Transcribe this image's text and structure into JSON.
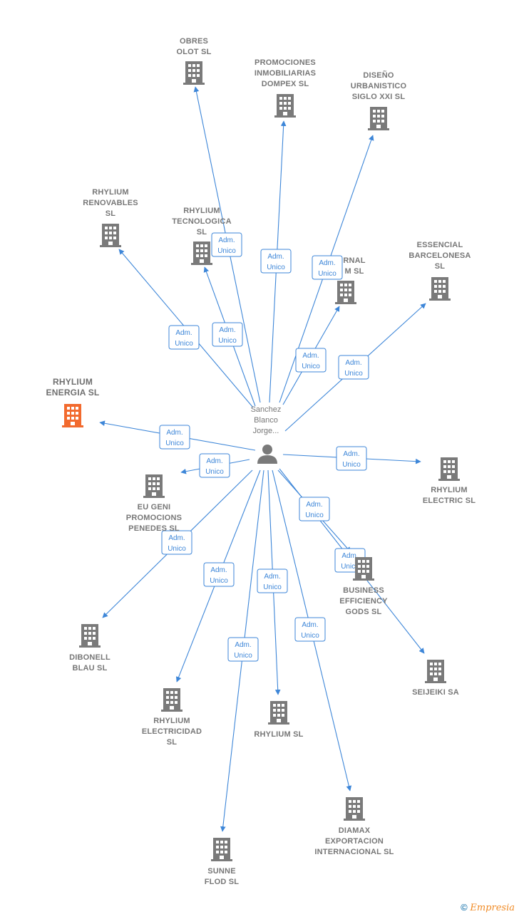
{
  "center": {
    "label": "Sanchez Blanco Jorge..."
  },
  "edge_label": [
    "Adm.",
    "Unico"
  ],
  "companies": [
    {
      "id": "obres",
      "lines": [
        "OBRES",
        "OLOT SL"
      ],
      "highlight": false
    },
    {
      "id": "dompex",
      "lines": [
        "PROMOCIONES",
        "INMOBILIARIAS",
        "DOMPEX SL"
      ],
      "highlight": false
    },
    {
      "id": "diseno",
      "lines": [
        "DISEÑO",
        "URBANISTICO",
        "SIGLO XXI SL"
      ],
      "highlight": false
    },
    {
      "id": "renovables",
      "lines": [
        "RHYLIUM",
        "RENOVABLES",
        "SL"
      ],
      "highlight": false
    },
    {
      "id": "tecnologica",
      "lines": [
        "RHYLIUM",
        "TECNOLOGICA",
        "SL"
      ],
      "highlight": false
    },
    {
      "id": "rnal",
      "lines": [
        "RNAL",
        "M  SL"
      ],
      "highlight": false
    },
    {
      "id": "essencial",
      "lines": [
        "ESSENCIAL",
        "BARCELONESA",
        "SL"
      ],
      "highlight": false
    },
    {
      "id": "energia",
      "lines": [
        "RHYLIUM",
        "ENERGIA  SL"
      ],
      "highlight": true
    },
    {
      "id": "eugeni",
      "lines": [
        "EU GENI",
        "PROMOCIONS",
        "PENEDES SL"
      ],
      "highlight": false
    },
    {
      "id": "electric",
      "lines": [
        "RHYLIUM",
        "ELECTRIC  SL"
      ],
      "highlight": false
    },
    {
      "id": "business",
      "lines": [
        "BUSINESS",
        "EFFICIENCY",
        "GODS  SL"
      ],
      "highlight": false
    },
    {
      "id": "dibonell",
      "lines": [
        "DIBONELL",
        "BLAU SL"
      ],
      "highlight": false
    },
    {
      "id": "seijeiki",
      "lines": [
        "SEIJEIKI SA"
      ],
      "highlight": false
    },
    {
      "id": "electricidad",
      "lines": [
        "RHYLIUM",
        "ELECTRICIDAD",
        "SL"
      ],
      "highlight": false
    },
    {
      "id": "rhyliumsl",
      "lines": [
        "RHYLIUM SL"
      ],
      "highlight": false
    },
    {
      "id": "diamax",
      "lines": [
        "DIAMAX",
        "EXPORTACION",
        "INTERNACIONAL SL"
      ],
      "highlight": false
    },
    {
      "id": "sunne",
      "lines": [
        "SUNNE",
        "FLOD SL"
      ],
      "highlight": false
    }
  ],
  "colors": {
    "edge": "#3d86d8",
    "building": "#7a7a7a",
    "highlight": "#f26a2e",
    "text": "#777777"
  },
  "footer": {
    "copyright": "©",
    "brand": "Empresia"
  }
}
